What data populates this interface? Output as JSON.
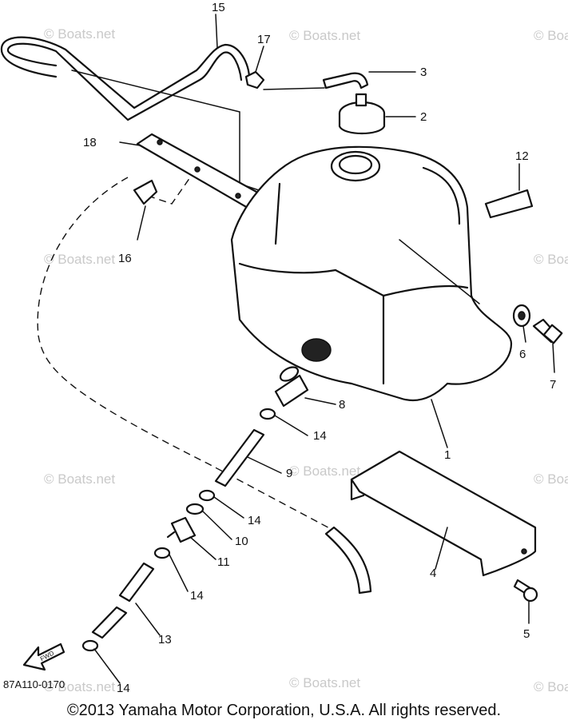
{
  "diagram": {
    "drawing_code": "87A110-0170",
    "fwd_label": "FWD",
    "watermark": "© Boats.net",
    "copyright": "©2013 Yamaha Motor Corporation, U.S.A. All rights reserved.",
    "callouts": [
      "1",
      "2",
      "3",
      "4",
      "5",
      "6",
      "7",
      "8",
      "9",
      "10",
      "11",
      "12",
      "13",
      "14",
      "14",
      "14",
      "14",
      "15",
      "16",
      "17",
      "18"
    ]
  }
}
